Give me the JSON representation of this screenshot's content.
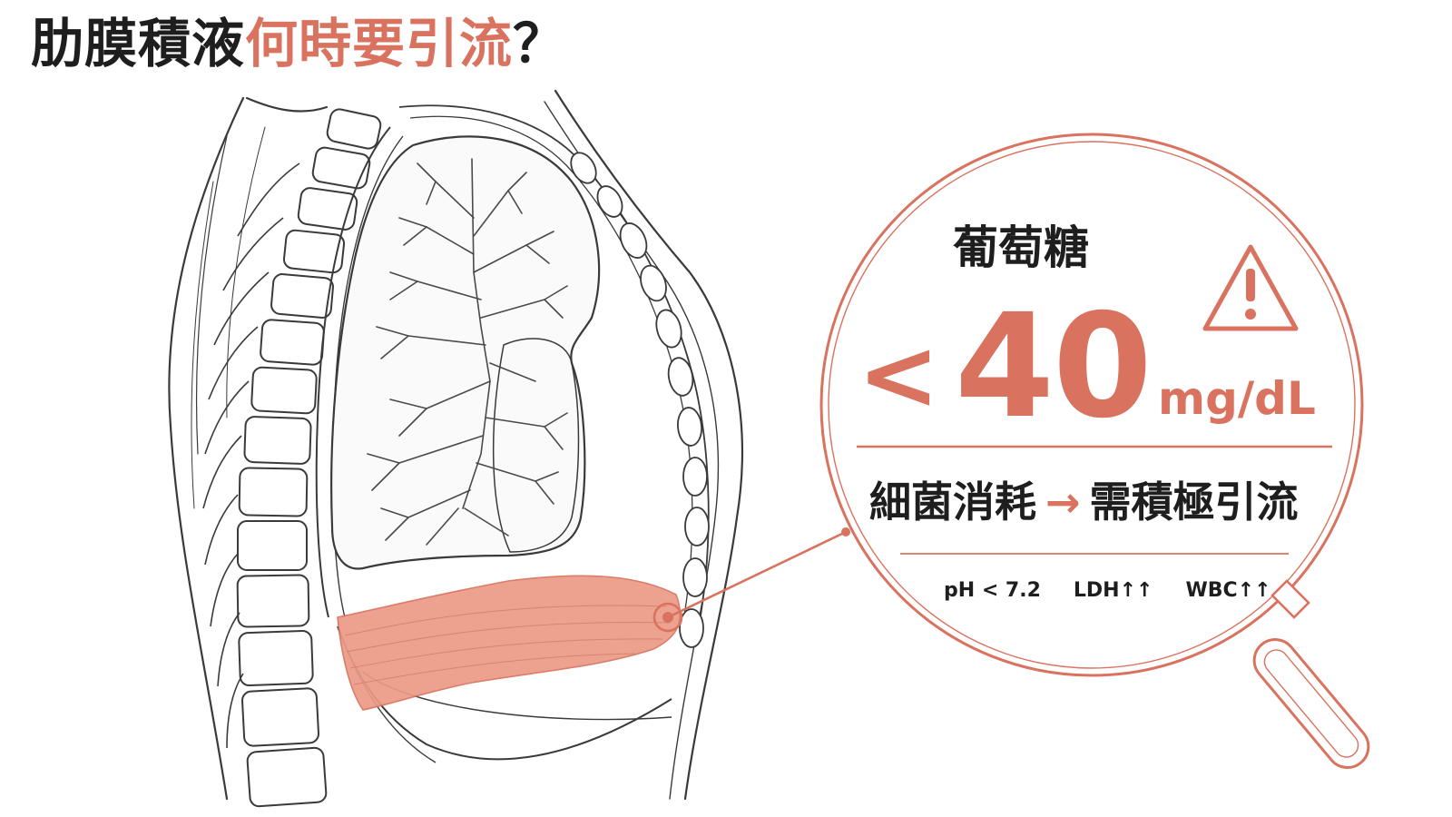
{
  "title": {
    "part1": "肋膜積液",
    "part2": "何時要引流",
    "part3": "？"
  },
  "callout": {
    "metric": "葡萄糖",
    "operator": "<",
    "value": "40",
    "unit": "mg/dL",
    "conclusion_left": "細菌消耗",
    "conclusion_arrow": "→",
    "conclusion_right": "需積極引流",
    "markers": [
      "pH < 7.2",
      "LDH↑↑",
      "WBC↑↑"
    ]
  },
  "icons": {
    "warning": "warning-triangle-icon",
    "magnifier": "magnifying-glass-icon"
  },
  "colors": {
    "accent": "#d9725f",
    "effusion": "#ec9a86",
    "ink": "#1e1e1e",
    "line": "#3a3a3a"
  }
}
